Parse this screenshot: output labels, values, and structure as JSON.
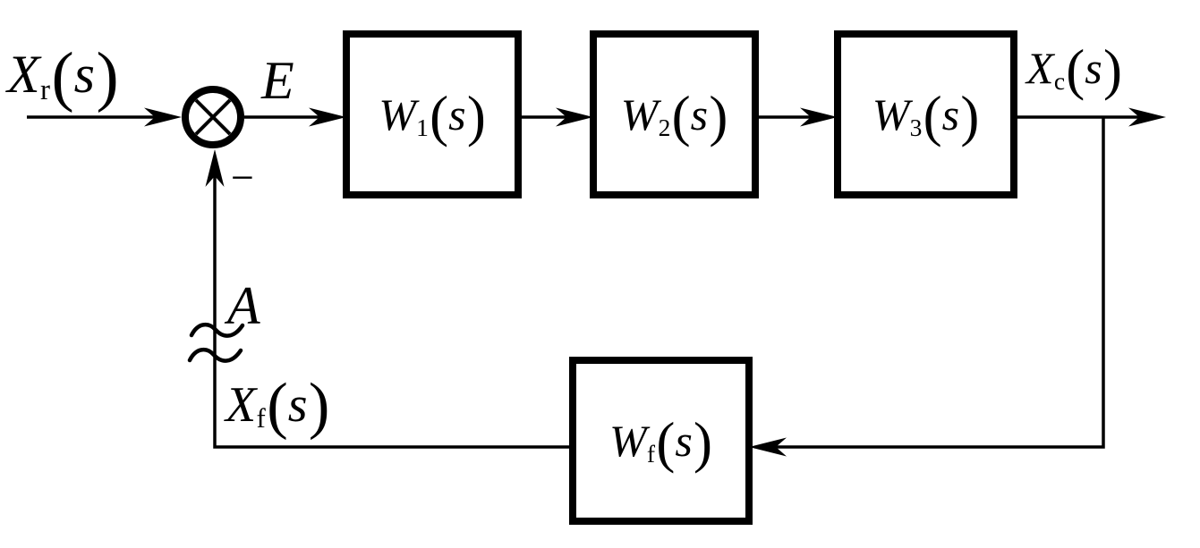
{
  "colors": {
    "ink": "#000000",
    "background": "#ffffff"
  },
  "signals": {
    "input": {
      "main": "X",
      "sub": "r",
      "lp": "(",
      "arg": "s",
      "rp": ")"
    },
    "error": {
      "main": "E"
    },
    "output": {
      "main": "X",
      "sub": "c",
      "lp": "(",
      "arg": "s",
      "rp": ")"
    },
    "break_point": {
      "main": "A"
    },
    "feedback": {
      "main": "X",
      "sub": "f",
      "lp": "(",
      "arg": "s",
      "rp": ")"
    },
    "minus_sign": "−"
  },
  "blocks": {
    "w1": {
      "main": "W",
      "sub": "1",
      "lp": "(",
      "arg": "s",
      "rp": ")"
    },
    "w2": {
      "main": "W",
      "sub": "2",
      "lp": "(",
      "arg": "s",
      "rp": ")"
    },
    "w3": {
      "main": "W",
      "sub": "3",
      "lp": "(",
      "arg": "s",
      "rp": ")"
    },
    "wf": {
      "main": "W",
      "sub": "f",
      "lp": "(",
      "arg": "s",
      "rp": ")"
    }
  }
}
